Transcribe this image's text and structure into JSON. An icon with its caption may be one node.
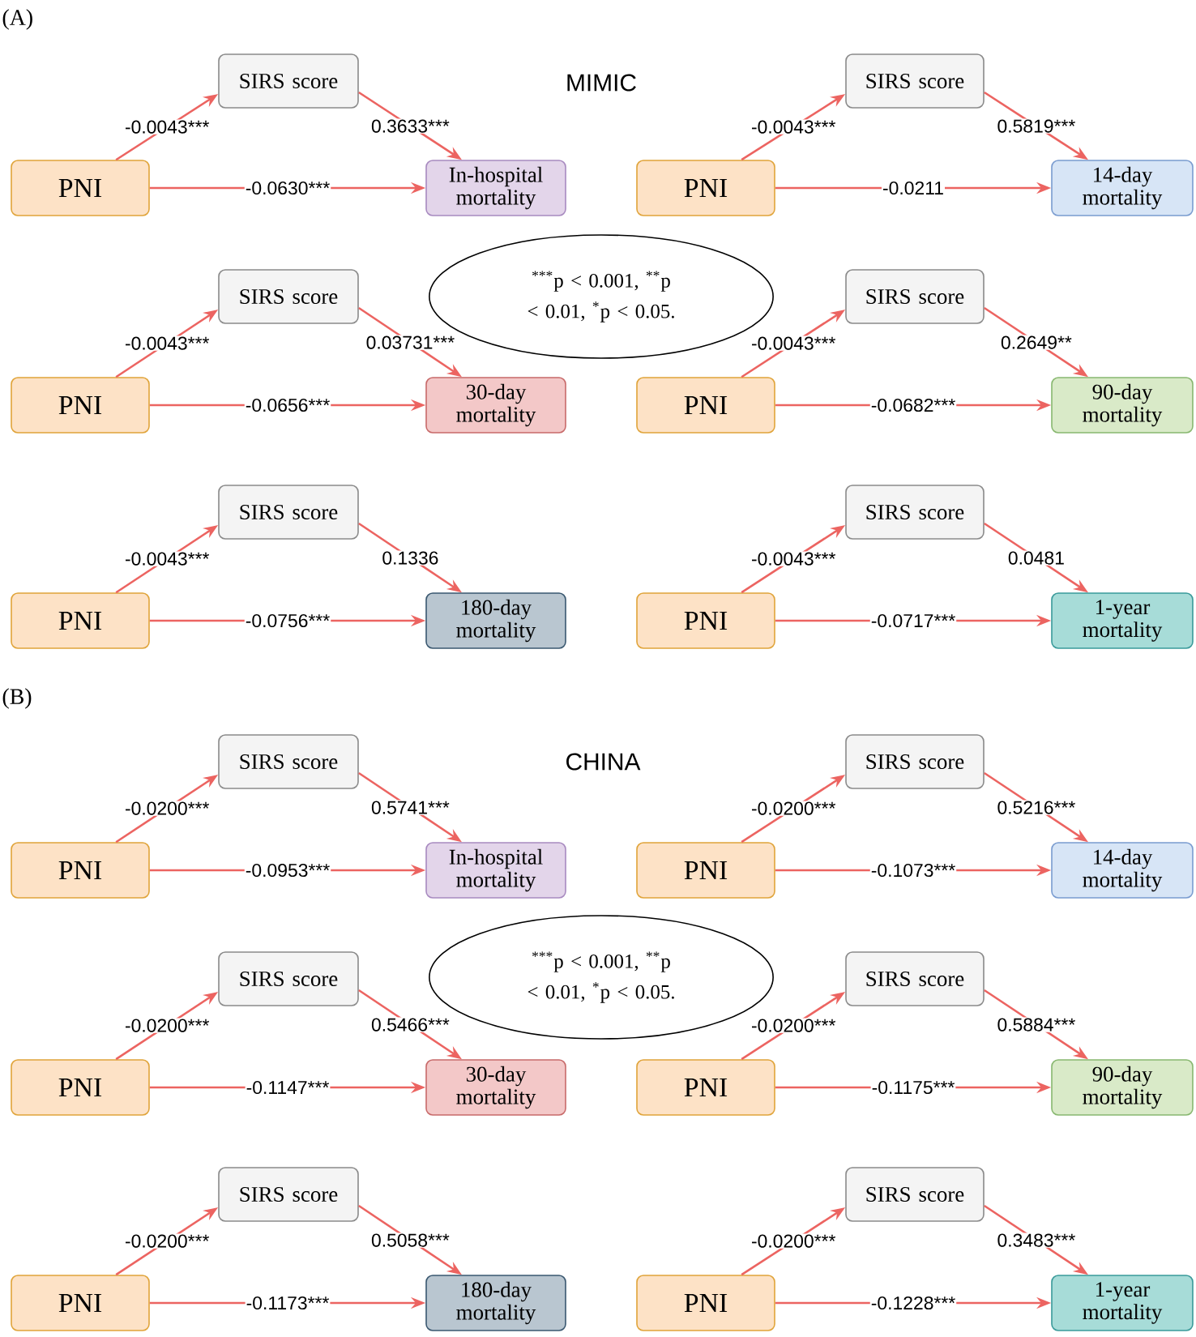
{
  "diagram": {
    "nodes": [
      {
        "text": [
          "SIRS score"
        ]
      },
      {
        "text": [
          "PNI"
        ]
      },
      {
        "text": [
          "In-hospital mortality"
        ]
      },
      {
        "text": [
          "SIRS score"
        ]
      },
      {
        "text": [
          "PNI"
        ]
      },
      {
        "text": [
          "14-day mortality"
        ]
      },
      {
        "text": [
          "SIRS score"
        ]
      },
      {
        "text": [
          "PNI"
        ]
      },
      {
        "text": [
          "30-day mortality"
        ]
      },
      {
        "text": [
          "SIRS score"
        ]
      },
      {
        "text": [
          "PNI"
        ]
      },
      {
        "text": [
          "90-day mortality"
        ]
      },
      {
        "text": [
          "SIRS score"
        ]
      },
      {
        "text": [
          "PNI"
        ]
      },
      {
        "text": [
          "180-day mortality"
        ]
      },
      {
        "text": [
          "SIRS score"
        ]
      },
      {
        "text": [
          "PNI"
        ]
      },
      {
        "text": [
          "1-year mortality"
        ]
      },
      {
        "text": [
          "$^{***}$p < 0.001, $^{**}$p < 0.01, $^{*}$p < 0.05."
        ]
      },
      {
        "text": [
          "SIRS score"
        ]
      },
      {
        "text": [
          "PNI"
        ]
      },
      {
        "text": [
          "In-hospital mortality"
        ]
      },
      {
        "text": [
          "SIRS score"
        ]
      },
      {
        "text": [
          "PNI"
        ]
      },
      {
        "text": [
          "14-day mortality"
        ]
      },
      {
        "text": [
          "SIRS score"
        ]
      },
      {
        "text": [
          "PNI"
        ]
      },
      {
        "text": [
          "30-day mortality"
        ]
      },
      {
        "text": [
          "SIRS score"
        ]
      },
      {
        "text": [
          "PNI"
        ]
      },
      {
        "text": [
          "90-day mortality"
        ]
      },
      {
        "text": [
          "SIRS score"
        ]
      },
      {
        "text": [
          "PNI"
        ]
      },
      {
        "text": [
          "180-day mortality"
        ]
      },
      {
        "text": [
          "SIRS score"
        ]
      },
      {
        "text": [
          "PNI"
        ]
      },
      {
        "text": [
          "1-year mortality"
        ]
      },
      {
        "text": [
          "$^{***}$p < 0.001, $^{**}$p < 0.01, $^{*}$p < 0.05."
        ]
      }
    ],
    "edges": [
      {
        "from": 1,
        "to": 0,
        "arrow": "to",
        "label": "-0.0043***"
      },
      {
        "from": 0,
        "to": 2,
        "arrow": "to",
        "label": "0.3633***"
      },
      {
        "from": 1,
        "to": 2,
        "arrow": "to",
        "label": "-0.0630***"
      },
      {
        "from": 4,
        "to": 3,
        "arrow": "to",
        "label": "-0.0043***"
      },
      {
        "from": 3,
        "to": 5,
        "arrow": "to",
        "label": "0.5819***"
      },
      {
        "from": 4,
        "to": 5,
        "arrow": "to",
        "label": "-0.0211"
      },
      {
        "from": 7,
        "to": 6,
        "arrow": "to",
        "label": "-0.0043***"
      },
      {
        "from": 6,
        "to": 8,
        "arrow": "to",
        "label": "0.03731***"
      },
      {
        "from": 7,
        "to": 8,
        "arrow": "to",
        "label": "-0.0656***"
      },
      {
        "from": 10,
        "to": 9,
        "arrow": "to",
        "label": "-0.0043***"
      },
      {
        "from": 9,
        "to": 11,
        "arrow": "to",
        "label": "0.2649**"
      },
      {
        "from": 10,
        "to": 11,
        "arrow": "to",
        "label": "-0.0682***"
      },
      {
        "from": 13,
        "to": 12,
        "arrow": "to",
        "label": "-0.0043***"
      },
      {
        "from": 12,
        "to": 14,
        "arrow": "to",
        "label": "0.1336"
      },
      {
        "from": 13,
        "to": 14,
        "arrow": "to",
        "label": "-0.0756***"
      },
      {
        "from": 16,
        "to": 15,
        "arrow": "to",
        "label": "-0.0043***"
      },
      {
        "from": 15,
        "to": 17,
        "arrow": "to",
        "label": "0.0481"
      },
      {
        "from": 16,
        "to": 17,
        "arrow": "to",
        "label": "-0.0717***"
      },
      {
        "from": 20,
        "to": 19,
        "arrow": "to",
        "label": "-0.0200***"
      },
      {
        "from": 19,
        "to": 21,
        "arrow": "to",
        "label": "0.5741***"
      },
      {
        "from": 20,
        "to": 21,
        "arrow": "to",
        "label": "-0.0953***"
      },
      {
        "from": 23,
        "to": 22,
        "arrow": "to",
        "label": "-0.0200***"
      },
      {
        "from": 22,
        "to": 24,
        "arrow": "to",
        "label": "0.5216***"
      },
      {
        "from": 23,
        "to": 24,
        "arrow": "to",
        "label": "-0.1073***"
      },
      {
        "from": 26,
        "to": 25,
        "arrow": "to",
        "label": "-0.0200***"
      },
      {
        "from": 25,
        "to": 27,
        "arrow": "to",
        "label": "0.5466***"
      },
      {
        "from": 26,
        "to": 27,
        "arrow": "to",
        "label": "-0.1147***"
      },
      {
        "from": 29,
        "to": 28,
        "arrow": "to",
        "label": "-0.0200***"
      },
      {
        "from": 28,
        "to": 30,
        "arrow": "to",
        "label": "0.5884***"
      },
      {
        "from": 29,
        "to": 30,
        "arrow": "to",
        "label": "-0.1175***"
      },
      {
        "from": 32,
        "to": 31,
        "arrow": "to",
        "label": "-0.0200***"
      },
      {
        "from": 31,
        "to": 33,
        "arrow": "to",
        "label": "0.5058***"
      },
      {
        "from": 32,
        "to": 33,
        "arrow": "to",
        "label": "-0.1173***"
      },
      {
        "from": 35,
        "to": 34,
        "arrow": "to",
        "label": "-0.0200***"
      },
      {
        "from": 34,
        "to": 36,
        "arrow": "to",
        "label": "0.3483***"
      },
      {
        "from": 35,
        "to": 36,
        "arrow": "to",
        "label": "-0.1228***"
      }
    ],
    "labels": [
      "(A)",
      "MIMIC",
      "(B)",
      "CHINA"
    ]
  }
}
